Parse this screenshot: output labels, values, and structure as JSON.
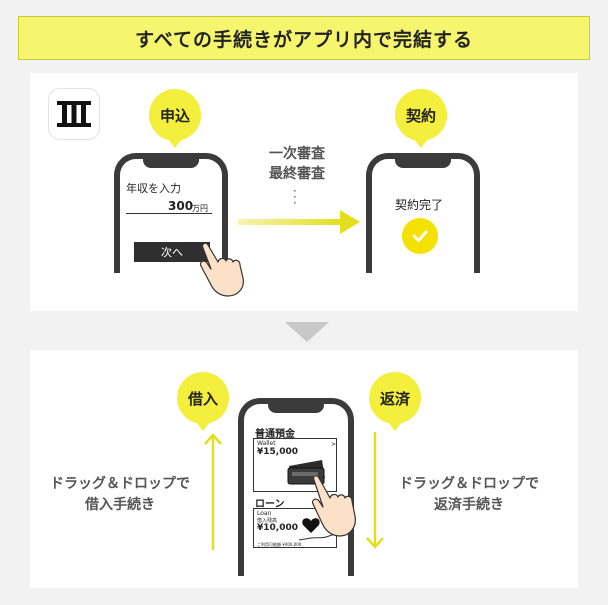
{
  "banner": {
    "title": "すべての手続きがアプリ内で完結する"
  },
  "top": {
    "apply_bubble": "申込",
    "contract_bubble": "契約",
    "phone1": {
      "title": "年収を入力",
      "value": "300",
      "unit": "万円",
      "button": "次へ"
    },
    "review": {
      "line1": "一次審査",
      "line2": "最終審査"
    },
    "phone2": {
      "status": "契約完了"
    }
  },
  "bottom": {
    "borrow_bubble": "借入",
    "repay_bubble": "返済",
    "left_label": {
      "line1": "ドラッグ＆ドロップで",
      "line2": "借入手続き"
    },
    "right_label": {
      "line1": "ドラッグ＆ドロップで",
      "line2": "返済手続き"
    },
    "phone": {
      "deposit_title": "普通預金",
      "deposit_card_label": "Wallet",
      "deposit_amount": "¥15,000",
      "loan_title": "ローン",
      "loan_card_label": "Loan",
      "loan_sub": "借入残高",
      "loan_amount": "¥10,000",
      "loan_footer": "ご利用可能額 ¥400,000"
    }
  },
  "colors": {
    "accent_yellow": "#f4ee3c",
    "arrow_yellow": "#e6e22b",
    "dark": "#3b3b3b"
  }
}
